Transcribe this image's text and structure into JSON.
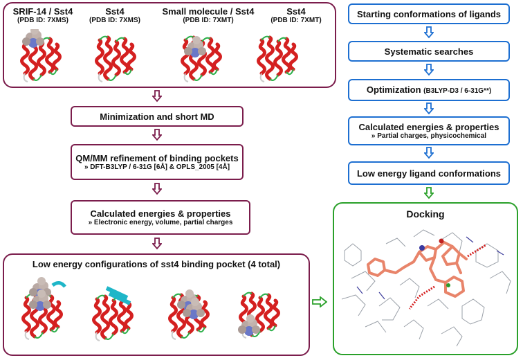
{
  "colors": {
    "maroon": "#7b1d4c",
    "blue": "#1d6fd1",
    "green": "#2aa02a",
    "helix_red": "#d42020",
    "loop_green": "#2cb04a",
    "sheet_cyan": "#1fb6c8",
    "ligand_orange": "#e8846a",
    "surface_gray": "#b9a9a4",
    "surface_blue": "#6a78c8"
  },
  "top_structures": [
    {
      "title": "SRIF-14 / Sst4",
      "pdb": "(PDB ID: 7XMS)"
    },
    {
      "title": "Sst4",
      "pdb": "(PDB ID: 7XMS)"
    },
    {
      "title": "Small molecule / Sst4",
      "pdb": "(PDB ID: 7XMT)"
    },
    {
      "title": "Sst4",
      "pdb": "(PDB ID: 7XMT)"
    }
  ],
  "left_steps": {
    "minimization": "Minimization and short MD",
    "qmmm_title": "QM/MM refinement of binding pockets",
    "qmmm_sub": "» DFT-B3LYP / 6-31G [6Å] & OPLS_2005 [4Å]",
    "energies_title": "Calculated energies & properties",
    "energies_sub": "» Electronic energy, volume, partial charges",
    "low_energy_configs": "Low energy configurations of sst4 binding pocket (4 total)"
  },
  "right_steps": {
    "starting": "Starting conformations of ligands",
    "systematic": "Systematic searches",
    "optimization": "Optimization",
    "optimization_sub": "(B3LYP-D3 / 6-31G**)",
    "calc_title": "Calculated energies & properties",
    "calc_sub": "» Partial charges, physicochemical",
    "low_energy_ligand": "Low energy ligand conformations"
  },
  "docking": {
    "title": "Docking"
  }
}
